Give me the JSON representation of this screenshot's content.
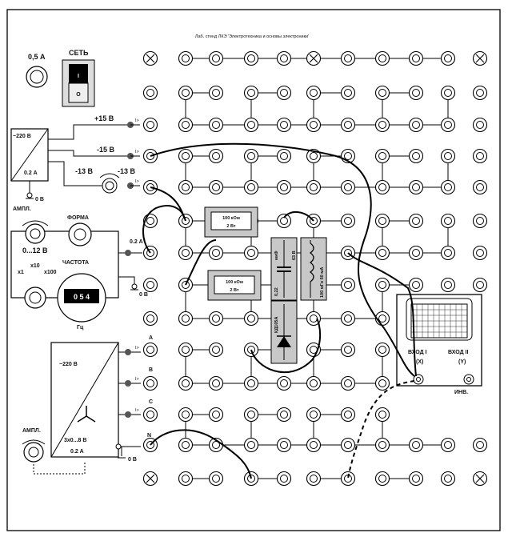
{
  "header_text": "Лаб. стенд ЛКЭ 'Электротехника и основы электроники'",
  "fuse_label": "0,5 А",
  "switch": {
    "label": "СЕТЬ",
    "on": "I",
    "off": "O"
  },
  "supply": {
    "ac_label": "~220 В",
    "current": "0.2 А",
    "plus15": "+15 В",
    "minus15": "-15 В",
    "adj_left": "-13 В",
    "adj_right": "-13 В",
    "zero": "0 В",
    "adjust_label": "АМПЛ."
  },
  "generator": {
    "wave_label": "ФОРМА",
    "range": "0...12 В",
    "x1": "x1",
    "x10": "x10",
    "x100": "x100",
    "freq_label": "ЧАСТОТА",
    "display": "0 5 4",
    "hz": "Гц",
    "current_out": "0.2 А",
    "zero": "0 В"
  },
  "three_phase": {
    "ac_label": "~220 В",
    "spec": "3х0...8 В",
    "current": "0.2 А",
    "A": "А",
    "B": "В",
    "C": "С",
    "N": "N",
    "zero": "0 В",
    "knob_label": "АМПЛ."
  },
  "components": {
    "r1_value": "100 кОм",
    "r1_power": "2 Вт",
    "r2_value": "100 кОм",
    "r2_power": "2 Вт",
    "cap_value": "0,22",
    "cap_unit": "мкФ",
    "cap_volt": "63 В",
    "inductor": "100 мГн 50 мА",
    "diode": "КД105А"
  },
  "oscilloscope": {
    "ch1": "ВХОД I",
    "ch1_sub": "(X)",
    "ch2": "ВХОД II",
    "ch2_sub": "(Y)",
    "inv": "ИНВ."
  },
  "colors": {
    "panel": "#ffffff",
    "comp_bg": "#c8c8c8",
    "wire": "#000000"
  }
}
